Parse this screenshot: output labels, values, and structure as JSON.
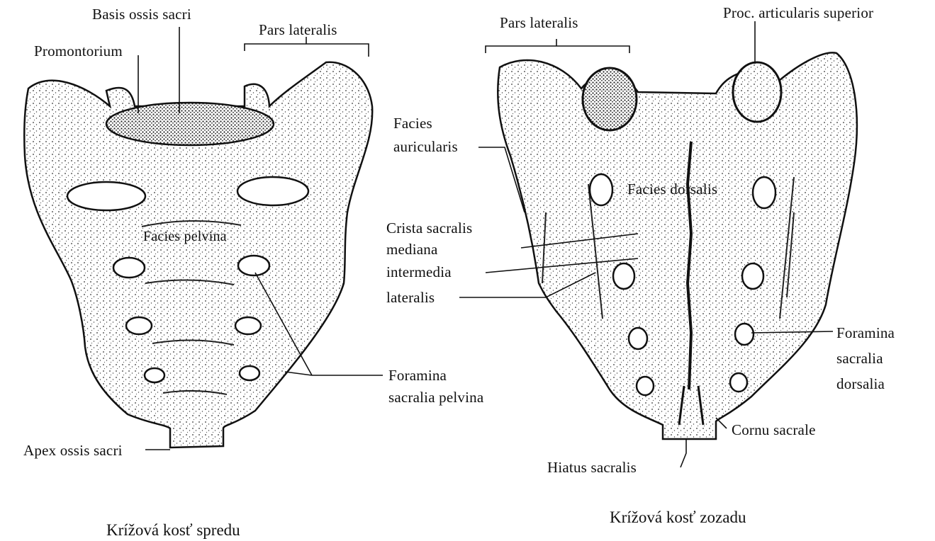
{
  "figure_front": {
    "labels": {
      "basis": "Basis ossis sacri",
      "pars_lateralis": "Pars lateralis",
      "promontorium": "Promontorium",
      "facies_pelvina": "Facies pelvina",
      "foramina_line1": "Foramina",
      "foramina_line2": "sacralia pelvina",
      "apex": "Apex ossis sacri"
    },
    "caption": "Krížová kosť spredu"
  },
  "figure_back": {
    "labels": {
      "pars_lateralis": "Pars lateralis",
      "proc_articularis": "Proc. articularis superior",
      "facies_articularis_1": "Facies",
      "facies_articularis_2": "auricularis",
      "facies_dorsalis": "Facies dorsalis",
      "crista": "Crista sacralis",
      "mediana": "mediana",
      "intermedia": "intermedia",
      "lateralis": "lateralis",
      "foramina_1": "Foramina",
      "foramina_2": "sacralia",
      "foramina_3": "dorsalia",
      "cornu": "Cornu sacrale",
      "hiatus": "Hiatus sacralis"
    },
    "caption": "Krížová kosť zozadu"
  }
}
